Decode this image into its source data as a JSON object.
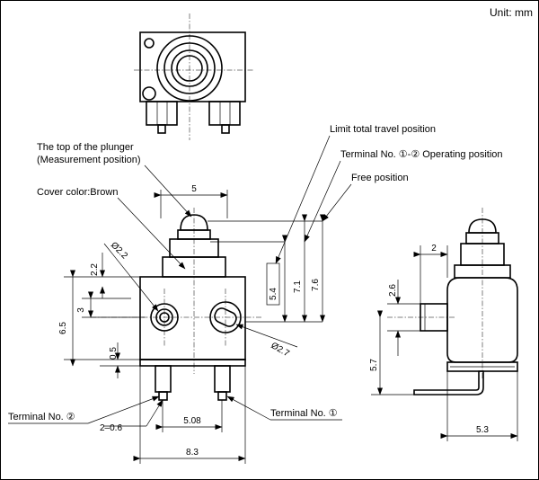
{
  "unit_label": "Unit: mm",
  "labels": {
    "plunger_top": "The top of the plunger",
    "measurement": "(Measurement position)",
    "cover_color": "Cover color:Brown",
    "limit_travel": "Limit total travel position",
    "operating": "Terminal No. ①-② Operating position",
    "free": "Free position",
    "terminal_2": "Terminal No. ②",
    "terminal_1": "Terminal No. ①"
  },
  "dimensions": {
    "d5": "5",
    "d5_4": "5.4",
    "d7_1": "7.1",
    "d7_6": "7.6",
    "phi2_2": "Ø2.2",
    "phi2_7": "Ø2.7",
    "d2_2": "2.2",
    "d3": "3",
    "d6_5": "6.5",
    "d0_5": "0.5",
    "d2_0_6": "2–0.6",
    "d5_08": "5.08",
    "d8_3": "8.3",
    "d2": "2",
    "d2_6": "2.6",
    "d5_7": "5.7",
    "d5_3": "5.3"
  }
}
